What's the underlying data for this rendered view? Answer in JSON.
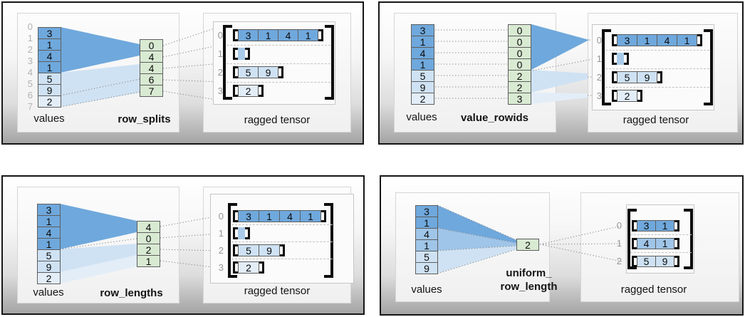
{
  "colors": {
    "dark_blue": "#6fa8dc",
    "medium_blue": "#9fc5e8",
    "light_blue": "#cfe2f3",
    "pale_blue": "#e2edf8",
    "green": "#d9ead3",
    "empty_row_fill": "#a9cbe9"
  },
  "panels": [
    {
      "name": "row_splits",
      "values_label": "values",
      "param_label": "row_splits",
      "tensor_label": "ragged tensor",
      "value_indices": [
        "0",
        "1",
        "2",
        "3",
        "4",
        "5",
        "6",
        "7"
      ],
      "values": [
        "3",
        "1",
        "4",
        "1",
        "5",
        "9",
        "2"
      ],
      "param_cells": [
        "0",
        "4",
        "4",
        "6",
        "7"
      ],
      "row_indices": [
        "0",
        "1",
        "2",
        "3"
      ],
      "rows": [
        [
          "3",
          "1",
          "4",
          "1"
        ],
        [],
        [
          "5",
          "9"
        ],
        [
          "2"
        ]
      ]
    },
    {
      "name": "value_rowids",
      "values_label": "values",
      "param_label": "value_rowids",
      "tensor_label": "ragged tensor",
      "values": [
        "3",
        "1",
        "4",
        "1",
        "5",
        "9",
        "2"
      ],
      "param_cells": [
        "0",
        "0",
        "0",
        "0",
        "2",
        "2",
        "3"
      ],
      "row_indices": [
        "0",
        "1",
        "2",
        "3"
      ],
      "rows": [
        [
          "3",
          "1",
          "4",
          "1"
        ],
        [],
        [
          "5",
          "9"
        ],
        [
          "2"
        ]
      ]
    },
    {
      "name": "row_lengths",
      "values_label": "values",
      "param_label": "row_lengths",
      "tensor_label": "ragged tensor",
      "values": [
        "3",
        "1",
        "4",
        "1",
        "5",
        "9",
        "2"
      ],
      "param_cells": [
        "4",
        "0",
        "2",
        "1"
      ],
      "row_indices": [
        "0",
        "1",
        "2",
        "3"
      ],
      "rows": [
        [
          "3",
          "1",
          "4",
          "1"
        ],
        [],
        [
          "5",
          "9"
        ],
        [
          "2"
        ]
      ]
    },
    {
      "name": "uniform_row_length",
      "values_label": "values",
      "param_label": "uniform_\nrow_length",
      "tensor_label": "ragged tensor",
      "values": [
        "3",
        "1",
        "4",
        "1",
        "5",
        "9"
      ],
      "param_cells": [
        "2"
      ],
      "row_indices": [
        "0",
        "1",
        "2"
      ],
      "rows": [
        [
          "3",
          "1"
        ],
        [
          "4",
          "1"
        ],
        [
          "5",
          "9"
        ]
      ]
    }
  ]
}
